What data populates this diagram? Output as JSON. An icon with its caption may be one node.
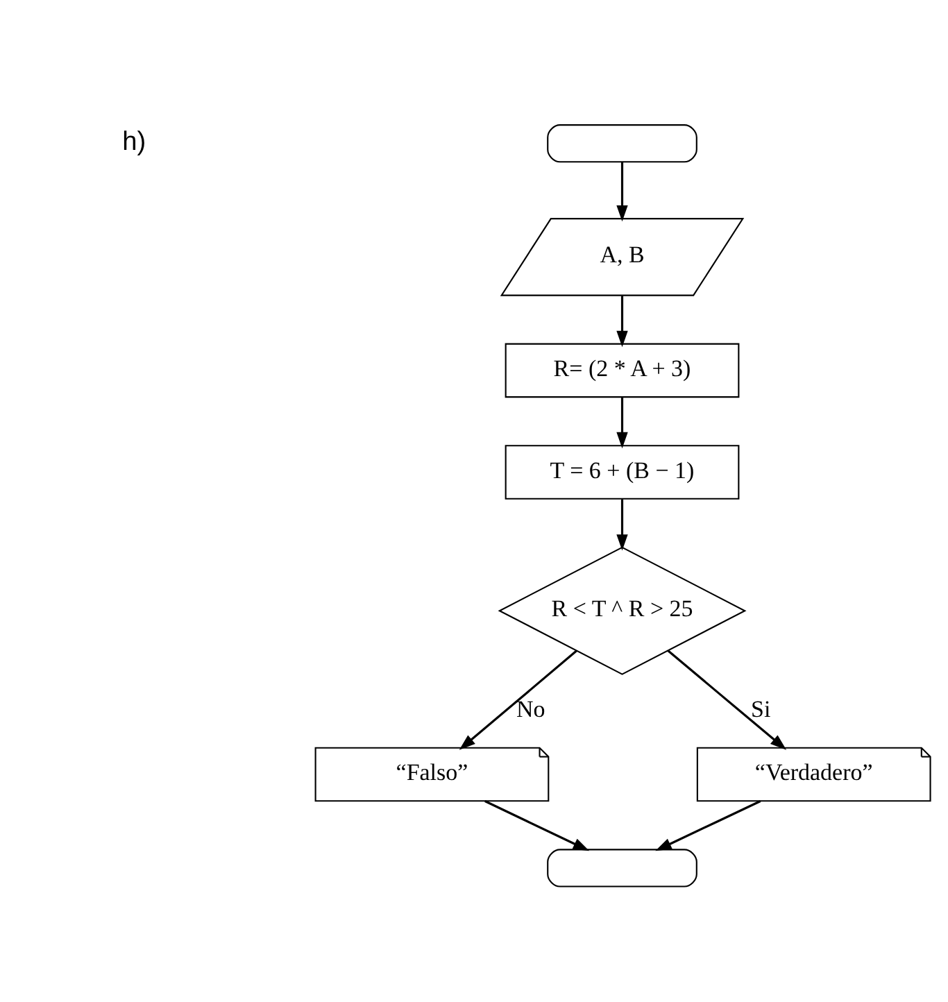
{
  "diagram": {
    "nodes": [
      {
        "text": [],
        "shape": "oval"
      },
      {
        "text": [
          "A, B"
        ]
      },
      {
        "text": [
          "R= (2 * A + 3)"
        ]
      },
      {
        "text": [
          "T = 6 + (B − 1)"
        ]
      },
      {
        "text": [
          "R < T ^ R > 25"
        ]
      },
      {
        "text": [
          "“Falso”"
        ]
      },
      {
        "text": [
          "“Verdadero”"
        ]
      },
      {
        "text": [],
        "shape": "oval"
      }
    ],
    "edges": [
      {
        "from": 0,
        "to": 1,
        "arrow": "to"
      },
      {
        "from": 1,
        "to": 2,
        "arrow": "to"
      },
      {
        "from": 2,
        "to": 3,
        "arrow": "to"
      },
      {
        "from": 3,
        "to": 4,
        "arrow": "to"
      },
      {
        "from": 4,
        "to": 5,
        "arrow": "to",
        "label": "No"
      },
      {
        "from": 4,
        "to": 6,
        "arrow": "to",
        "label": "Si"
      },
      {
        "from": 5,
        "to": 7,
        "arrow": "to"
      },
      {
        "from": 6,
        "to": 7,
        "arrow": "to"
      }
    ],
    "labels": [
      "h)"
    ]
  }
}
